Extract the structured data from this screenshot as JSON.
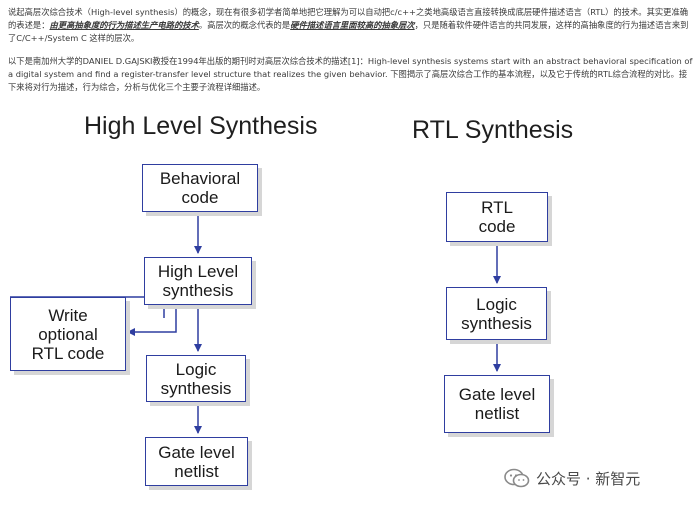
{
  "intro": {
    "p1_a": "说起高层次综合技术（High-level synthesis）的概念，现在有很多初学者简单地把它理解为可以自动把c/c++之类地高级语言直接转换成底层硬件描述语言（RTL）的技术。其实更准确的表述是：",
    "p1_em1": "由更高抽象度的行为描述生产电路的技术",
    "p1_b": "。高层次的概念代表的是",
    "p1_em2": "硬件描述语言里面较高的抽象层次",
    "p1_c": "，只是随着软件硬件语言的共同发展，这样的高抽象度的行为描述语言来到了C/C++/System C 这样的层次。",
    "p2": "以下是南加州大学的DANIEL D.GAJSKI教授在1994年出版的期刊时对高层次综合技术的描述[1]：High-level synthesis systems start with an abstract behavioral specification of a digital system and find a register-transfer level structure that realizes the given behavior. 下图揭示了高层次综合工作的基本流程，以及它于传统的RTL综合流程的对比。接下来将对行为描述，行为综合，分析与优化三个主要子流程详细描述。"
  },
  "diagram": {
    "hls_title": "High Level Synthesis",
    "rtl_title": "RTL Synthesis",
    "hls_boxes": {
      "behavioral": "Behavioral\ncode",
      "hls": "High Level\nsynthesis",
      "write_rtl": "Write\noptional\nRTL code",
      "logic": "Logic\nsynthesis",
      "gate": "Gate level\nnetlist"
    },
    "rtl_boxes": {
      "rtl": "RTL\ncode",
      "logic": "Logic\nsynthesis",
      "gate": "Gate level\nnetlist"
    },
    "line_color": "#2f3ea0"
  },
  "watermark": {
    "text": "公众号 · 新智元"
  }
}
